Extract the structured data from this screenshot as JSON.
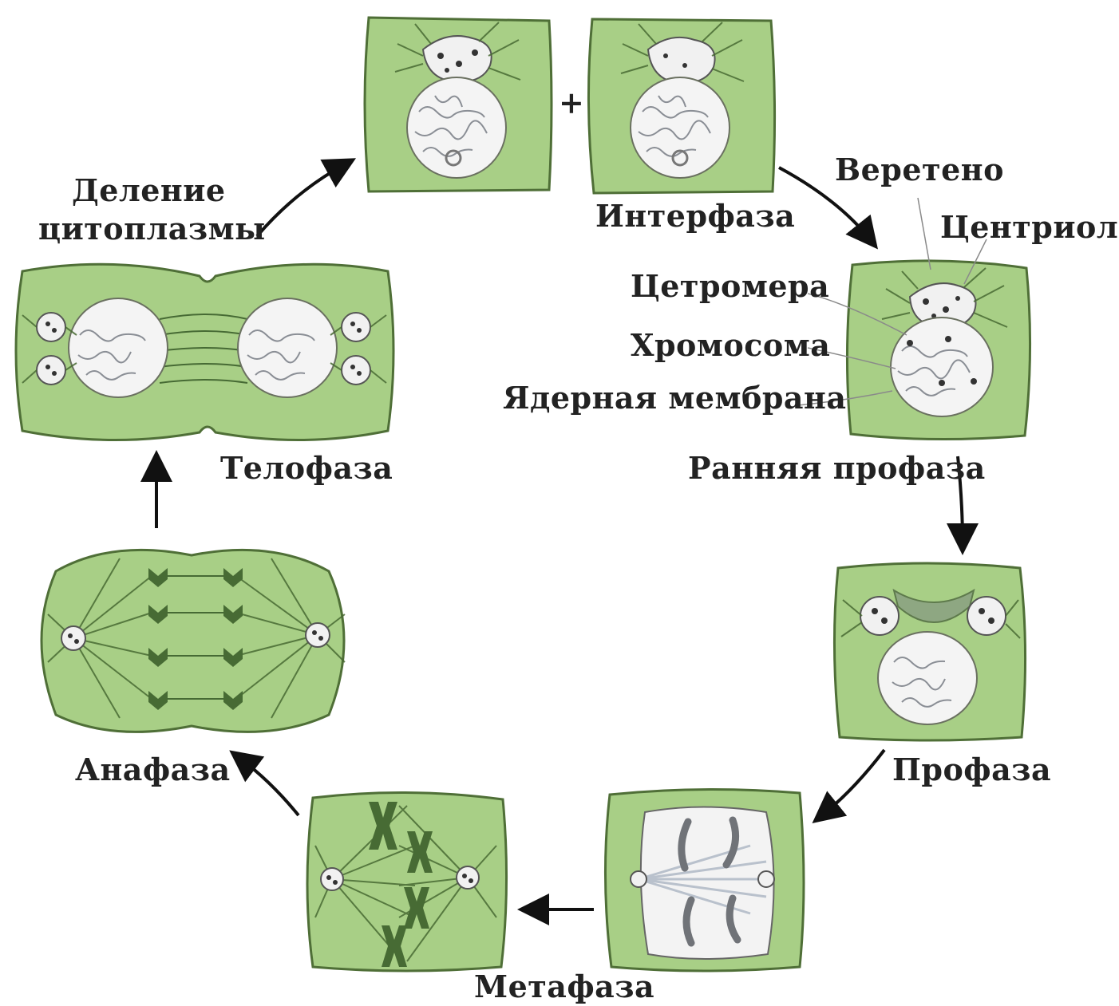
{
  "labels": {
    "interphase": "Интерфаза",
    "spindle": "Веретено",
    "centrioles": "Центриоли",
    "centromere": "Цетромера",
    "chromosome": "Хромосома",
    "nuclear_membrane": "Ядерная мембрана",
    "early_prophase": "Ранняя профаза",
    "prophase": "Профаза",
    "metaphase": "Метафаза",
    "anaphase": "Анафаза",
    "telophase": "Телофаза",
    "cytokinesis_line1": "Деление",
    "cytokinesis_line2": "цитоплазмы",
    "plus": "+"
  },
  "colors": {
    "cytoplasm": "#a8cf86",
    "cell_outline": "#4f6f37",
    "nucleus": "#f4f4f4",
    "chromosome": "#476b34",
    "arrow": "#111111"
  }
}
